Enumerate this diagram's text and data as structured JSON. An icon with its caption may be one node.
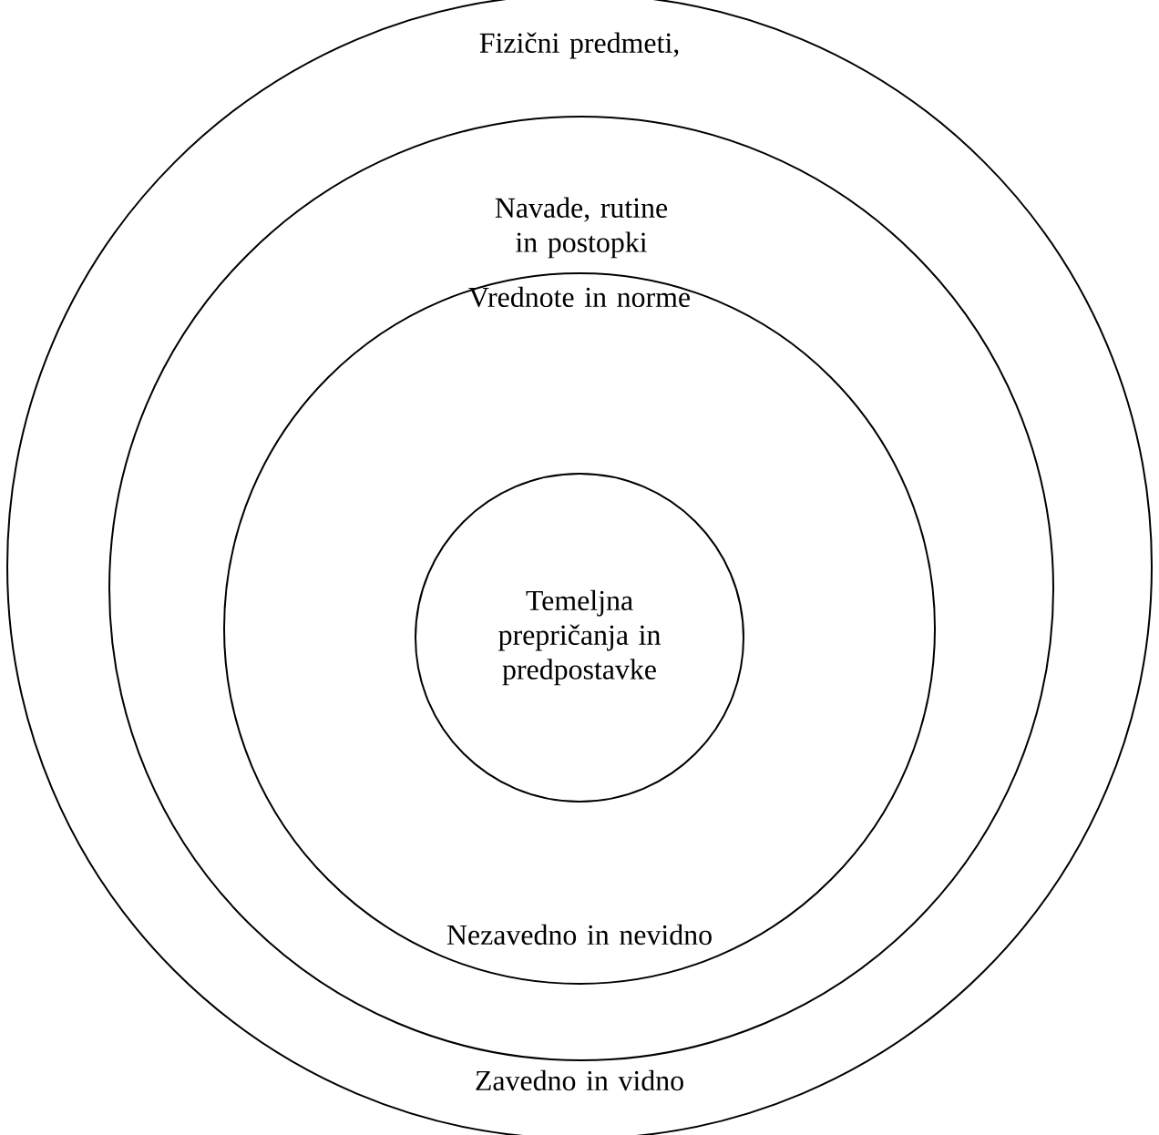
{
  "diagram": {
    "nodes": [
      {
        "text": [
          "Fizični predmeti,",
          "Zavedno in vidno"
        ]
      },
      {
        "text": [
          "Navade, rutine in postopki"
        ],
        "in": 0
      },
      {
        "text": [
          "Vrednote in norme",
          "Nezavedno in nevidno"
        ],
        "in": 1
      },
      {
        "text": [
          "Temeljna prepričanja in predpostavke"
        ],
        "in": 2
      }
    ]
  }
}
